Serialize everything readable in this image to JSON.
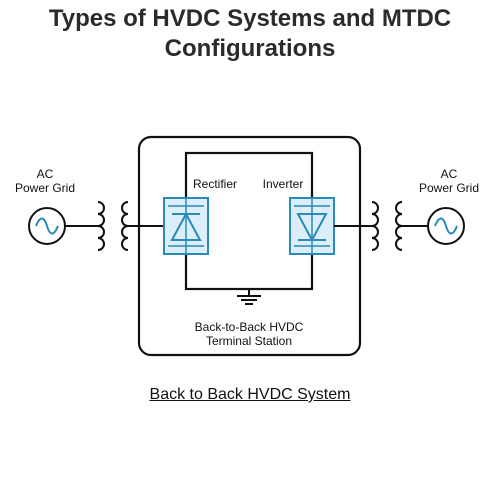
{
  "title_line1": "Types of HVDC Systems and MTDC",
  "title_line2": "Configurations",
  "left_grid": {
    "line1": "AC",
    "line2": "Power Grid"
  },
  "right_grid": {
    "line1": "AC",
    "line2": "Power Grid"
  },
  "rectifier_label": "Rectifier",
  "inverter_label": "Inverter",
  "station_line1": "Back-to-Back HVDC",
  "station_line2": "Terminal Station",
  "caption": "Back to Back HVDC System",
  "colors": {
    "converter_fill": "#dbeef9",
    "converter_stroke": "#2a8ab8",
    "line": "#111111",
    "title": "#2b2b2b"
  }
}
